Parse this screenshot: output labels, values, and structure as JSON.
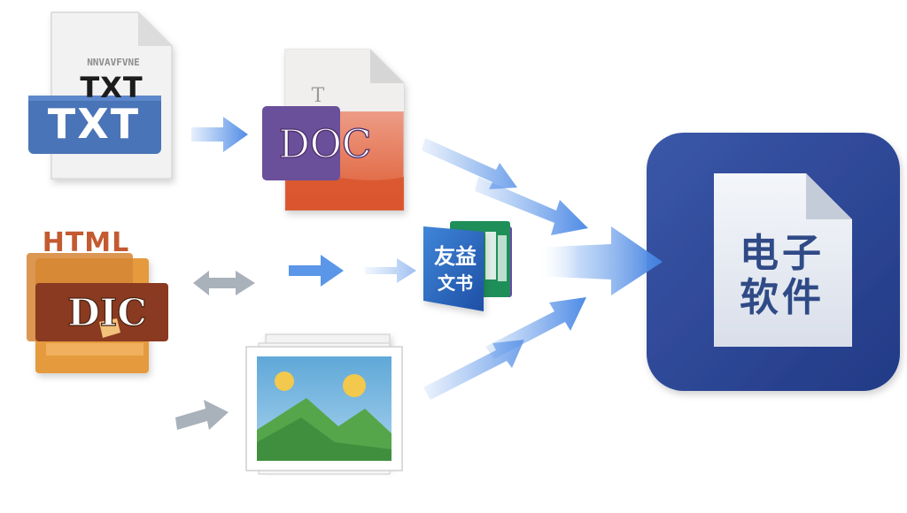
{
  "sources": {
    "txt": {
      "badge": "TXT",
      "faint_label": "TXT",
      "noise_text": "NNVAVFVNE"
    },
    "doc": {
      "label": "DOC",
      "top_mark": "T"
    },
    "html": {
      "title": "HTML",
      "doc_label": "DIC"
    },
    "image": {
      "icon": "landscape-image-icon"
    }
  },
  "app": {
    "icon": "app-book-icon",
    "line1": "友益",
    "line2": "文书"
  },
  "target": {
    "line1": "电子",
    "line2": "软件"
  },
  "colors": {
    "txt_blue": "#4a74b8",
    "doc_purple": "#6a4f9a",
    "doc_orange": "#e1633a",
    "html_orange": "#e59a3c",
    "arrow_blue": "#5b96e8",
    "arrow_gray": "#a9b1ba",
    "target_navy": "#30489a"
  }
}
